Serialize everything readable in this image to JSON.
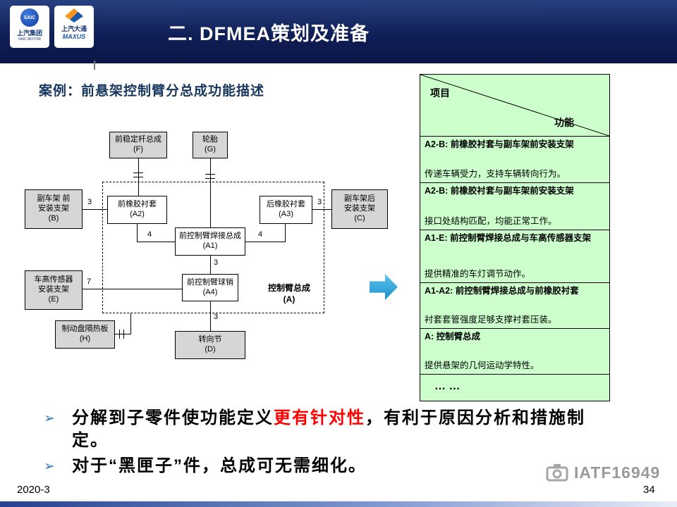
{
  "header": {
    "title": "二. DFMEA策划及准备",
    "logo_saic": {
      "emblem": "SAIC",
      "name": "上汽集团",
      "sub": "SAIC MOTOR"
    },
    "logo_maxus": {
      "name": "上汽大通",
      "brand": "MAXUS"
    }
  },
  "case_heading": "案例：前悬架控制臂分总成功能描述",
  "diagram": {
    "boxes": {
      "F": {
        "line1": "前稳定杆总成",
        "code": "(F)"
      },
      "G": {
        "line1": "轮胎",
        "code": "(G)"
      },
      "B": {
        "line1": "副车架 前",
        "line2": "安装支架",
        "code": "(B)"
      },
      "E": {
        "line1": "车高传感器",
        "line2": "安装支架",
        "code": "(E)"
      },
      "H": {
        "line1": "制动盘隔热板",
        "code": "(H)"
      },
      "C": {
        "line1": "副车架后",
        "line2": "安装支架",
        "code": "(C)"
      },
      "D": {
        "line1": "转向节",
        "code": "(D)"
      },
      "A2": {
        "line1": "前橡胶衬套",
        "code": "(A2)"
      },
      "A3": {
        "line1": "后橡胶衬套",
        "code": "(A3)"
      },
      "A1": {
        "line1": "前控制臂焊接总成",
        "code": "(A1)"
      },
      "A4": {
        "line1": "前控制臂球销",
        "code": "(A4)"
      }
    },
    "assembly": {
      "line1": "控制臂总成",
      "code": "(A)"
    },
    "numbers": {
      "b_a2": "3",
      "a2_a1": "4",
      "a3_a1": "4",
      "a3_c": "3",
      "a1_a4": "3",
      "e_a4": "7",
      "a4_d": "3"
    }
  },
  "table": {
    "header": {
      "row_label": "项目",
      "col_label": "功能"
    },
    "rows": [
      {
        "title": "A2-B: 前橡胶衬套与副车架前安装支架",
        "desc": "传递车辆受力，支持车辆转向行为。"
      },
      {
        "title": "A2-B: 前橡胶衬套与副车架前安装支架",
        "desc": "接口处结构匹配，均能正常工作。"
      },
      {
        "title": "A1-E: 前控制臂焊接总成与车高传感器支架",
        "desc": "提供精准的车灯调节动作。"
      },
      {
        "title": "A1-A2: 前控制臂焊接总成与前橡胶衬套",
        "desc": "衬套套管强度足够支撑衬套压装。"
      },
      {
        "title": "A: 控制臂总成",
        "desc": "提供悬架的几何运动学特性。"
      }
    ],
    "more": "… …"
  },
  "bullets": {
    "b1": {
      "marker": "➢",
      "part1": "分解到子零件使功能定义",
      "highlight": "更有针对性",
      "part2": "，有利于原因分析和措施制定。"
    },
    "b2": {
      "marker": "➢",
      "text": "对于“黑匣子”件，总成可无需细化。"
    }
  },
  "footer": {
    "date": "2020-3",
    "page": "34",
    "watermark": "IATF16949"
  }
}
